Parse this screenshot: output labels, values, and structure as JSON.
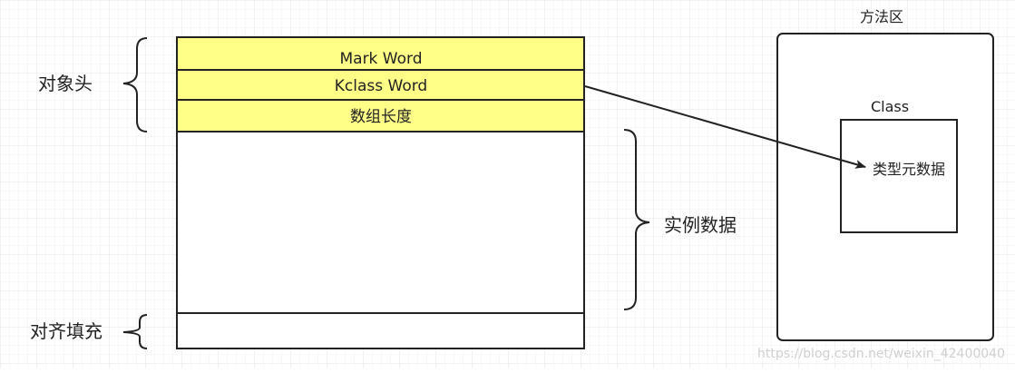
{
  "colors": {
    "header_fill": "#ffff88",
    "stroke": "#222222",
    "grid": "#e6e6e6",
    "background": "#ffffff"
  },
  "object_layout": {
    "header_label": "对象头",
    "rows": [
      "Mark Word",
      "Kclass Word",
      "数组长度"
    ],
    "instance_data_label": "实例数据",
    "padding_label": "对齐填充"
  },
  "method_area": {
    "title": "方法区",
    "class_title": "Class",
    "metadata_label": "类型元数据"
  },
  "watermark": "https://blog.csdn.net/weixin_42400040"
}
